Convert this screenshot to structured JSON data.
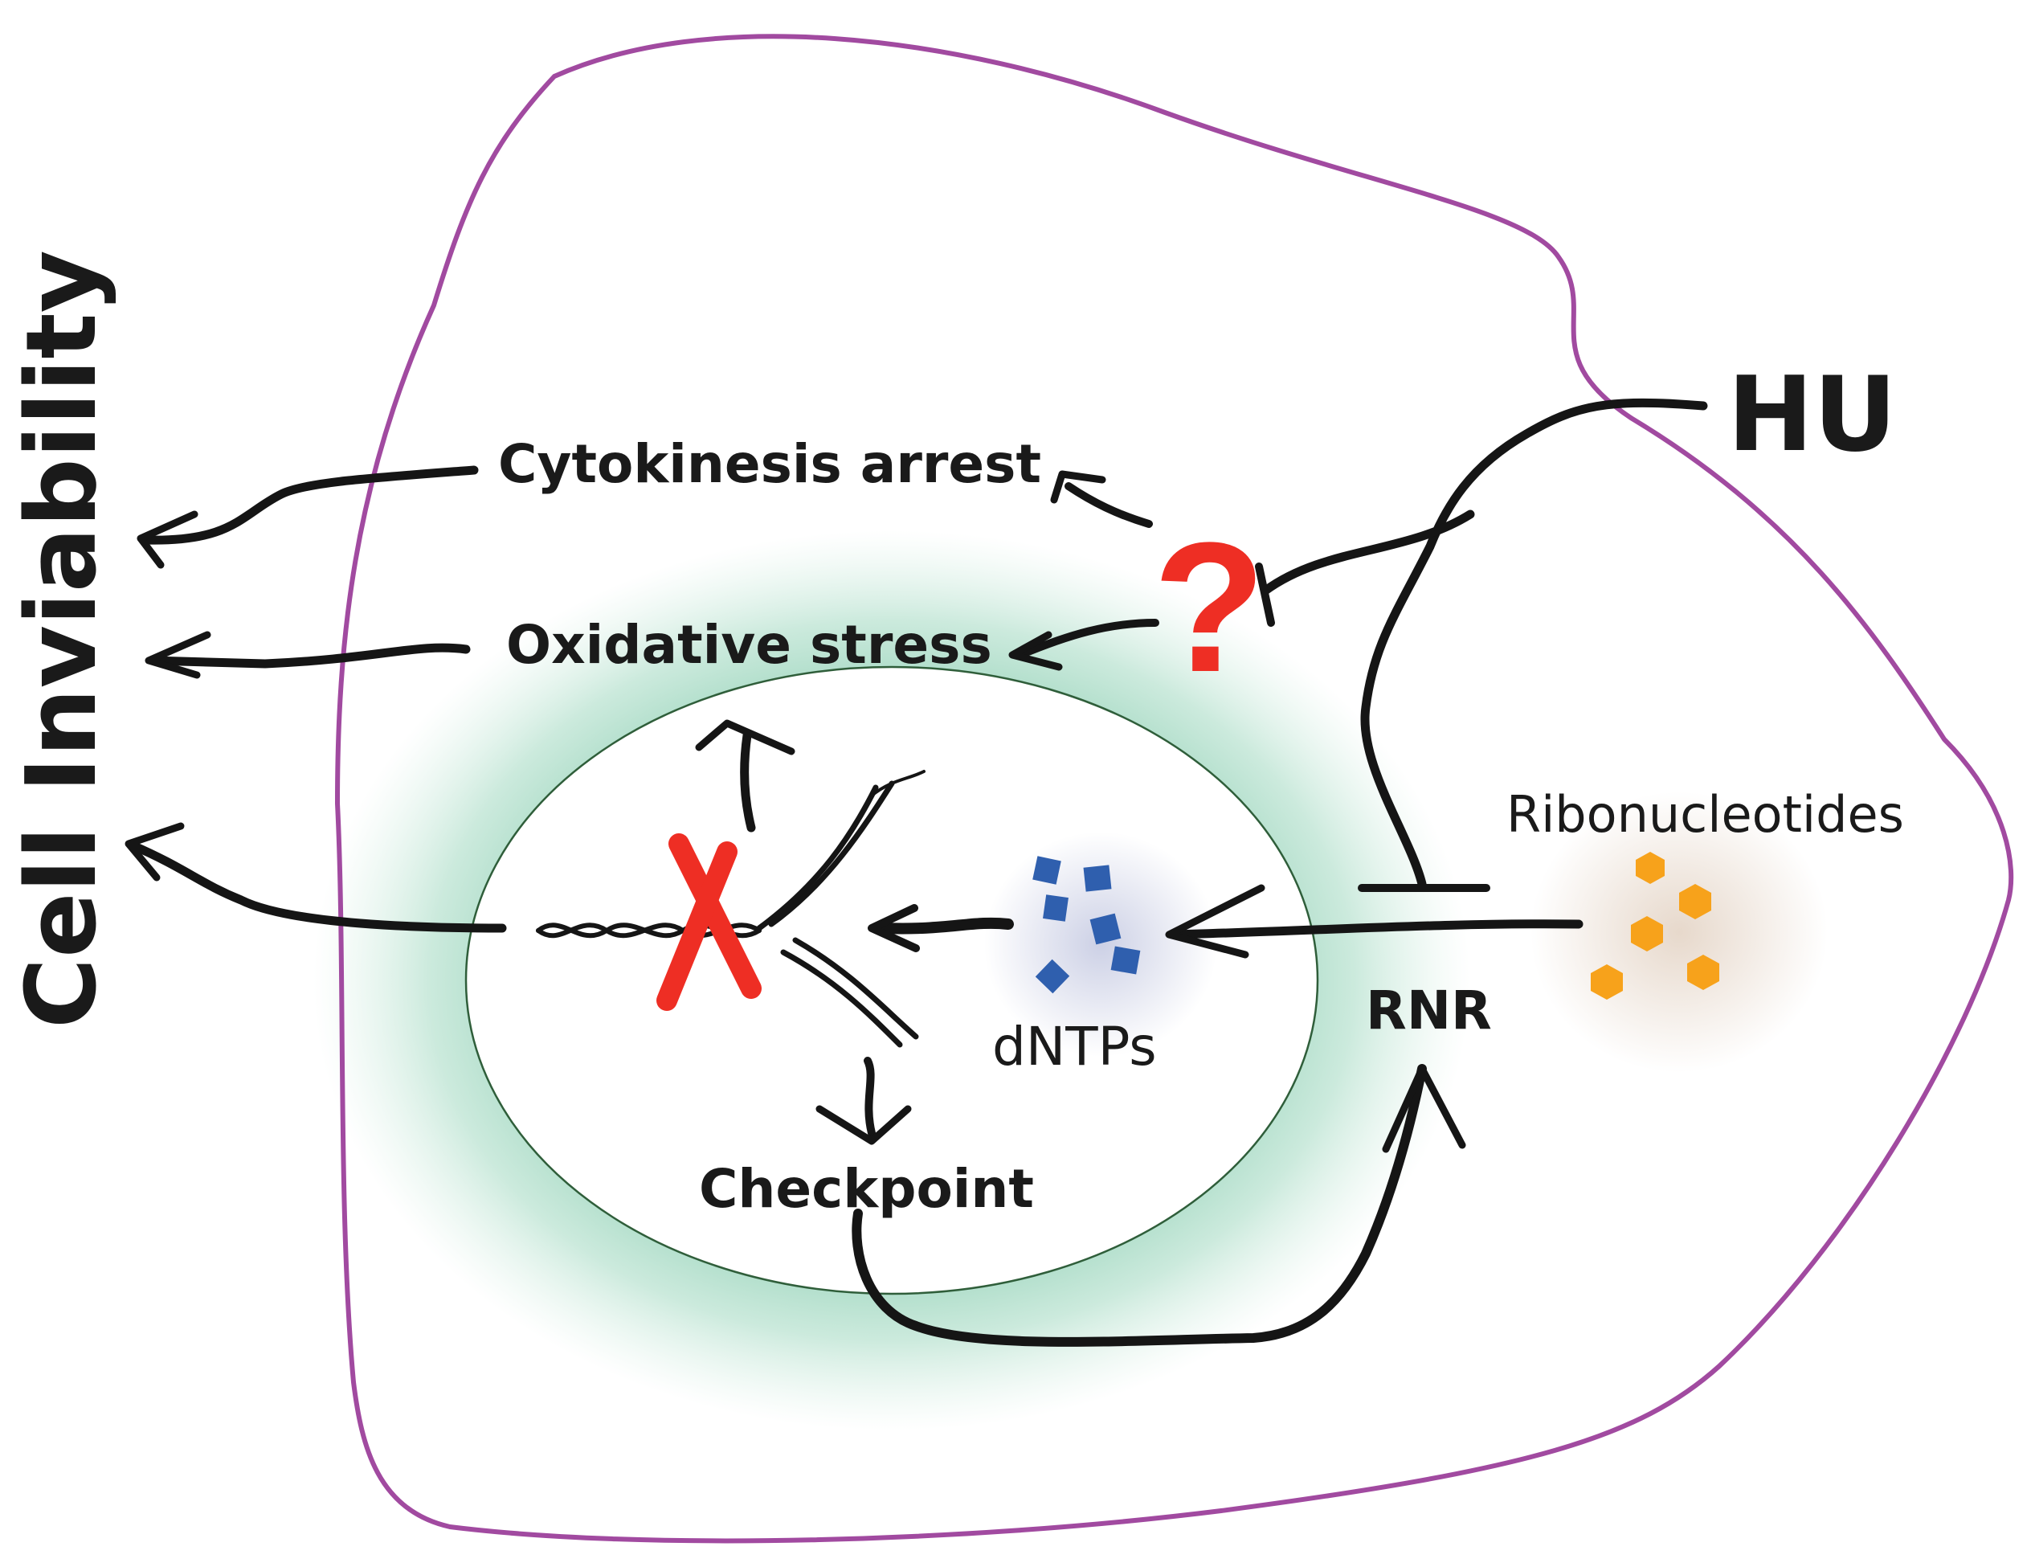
{
  "labels": {
    "cell_inviability": "Cell Inviability",
    "cytokinesis_arrest": "Cytokinesis arrest",
    "oxidative_stress": "Oxidative stress",
    "hu": "HU",
    "question_mark": "?",
    "ribonucleotides": "Ribonucleotides",
    "dntps": "dNTPs",
    "rnr": "RNR",
    "checkpoint": "Checkpoint"
  },
  "colors": {
    "cell_membrane": "#a14aa0",
    "nucleus_halo": "#4fb38a",
    "nucleus_border": "#2f5e3a",
    "question_mark": "#ee2e24",
    "fork_block_x": "#ee2e24",
    "dntps": "#2f5fae",
    "ribonucleotides": "#f7a21b",
    "ink": "#151515"
  },
  "icons": {
    "fork_block": "red-x-mark",
    "dntp_molecules": "blue-squares",
    "ribonucleotide_molecules": "orange-hexagons",
    "replication_fork": "dna-double-strand"
  }
}
